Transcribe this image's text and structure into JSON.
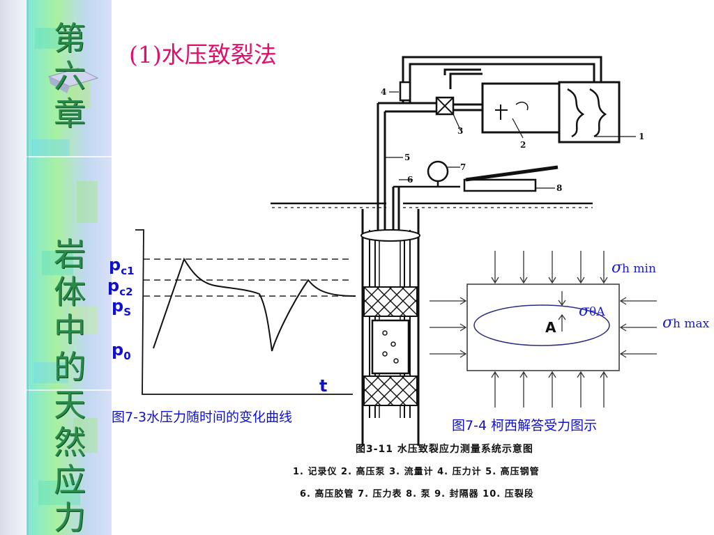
{
  "sidebar": {
    "chapter_title": "第六章",
    "subject_title": "岩体中的天然应力"
  },
  "slide": {
    "title": "(1)水压致裂法"
  },
  "pressure_chart": {
    "labels": {
      "pc1": "c1",
      "pc2": "c2",
      "ps": "S",
      "p0": "0",
      "p_letter": "p",
      "t": "t"
    },
    "caption": "图7-3水压力随时间的变化曲线"
  },
  "apparatus": {
    "caption": "图3-11  水压致裂应力测量系统示意图",
    "legend_line1": "1. 记录仪   2. 高压泵   3. 流量计   4. 压力计   5. 高压钢管",
    "legend_line2": "6. 高压胶管   7. 压力表   8. 泵   9. 封隔器   10. 压裂段",
    "numbers": [
      "1",
      "2",
      "3",
      "4",
      "5",
      "6",
      "7",
      "8"
    ]
  },
  "kirsch": {
    "sigma_h_min": "h min",
    "sigma_h_max": "h max",
    "sigma_theta_a": "θA",
    "point_a": "A",
    "sigma_symbol": "σ",
    "caption": "图7-4 柯西解答受力图示"
  },
  "colors": {
    "title": "#e0106a",
    "caption": "#1010d0",
    "sidebar_text": "#2a8a4a"
  }
}
